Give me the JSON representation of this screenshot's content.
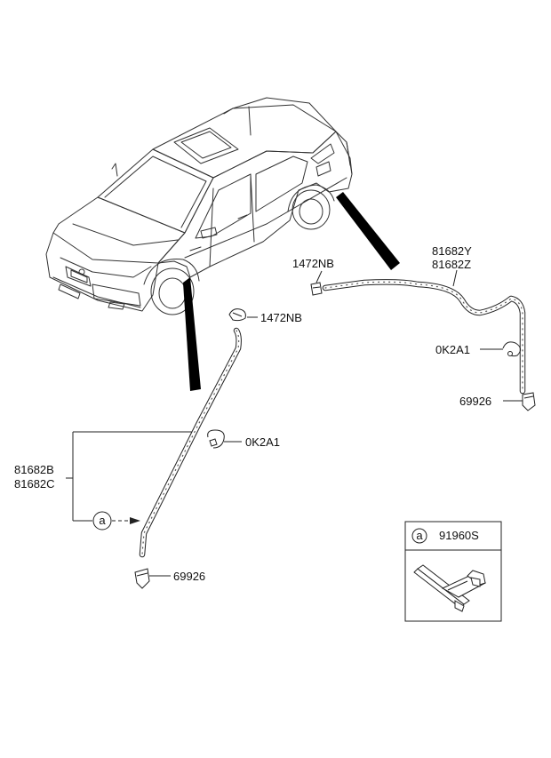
{
  "callouts": {
    "grommet_front": "1472NB",
    "grommet_rear": "1472NB",
    "hose_rear_upper": "81682Y",
    "hose_rear_lower": "81682Z",
    "clip_rear": "0K2A1",
    "drain_rear": "69926",
    "clip_front": "0K2A1",
    "hose_front_upper": "81682B",
    "hose_front_lower": "81682C",
    "drain_front": "69926"
  },
  "reference_marker": "a",
  "inset": {
    "marker": "a",
    "part_number": "91960S"
  },
  "icons": [
    "sedan-car-illustration",
    "drain-hose",
    "hose-clip",
    "grommet",
    "drain-valve"
  ]
}
